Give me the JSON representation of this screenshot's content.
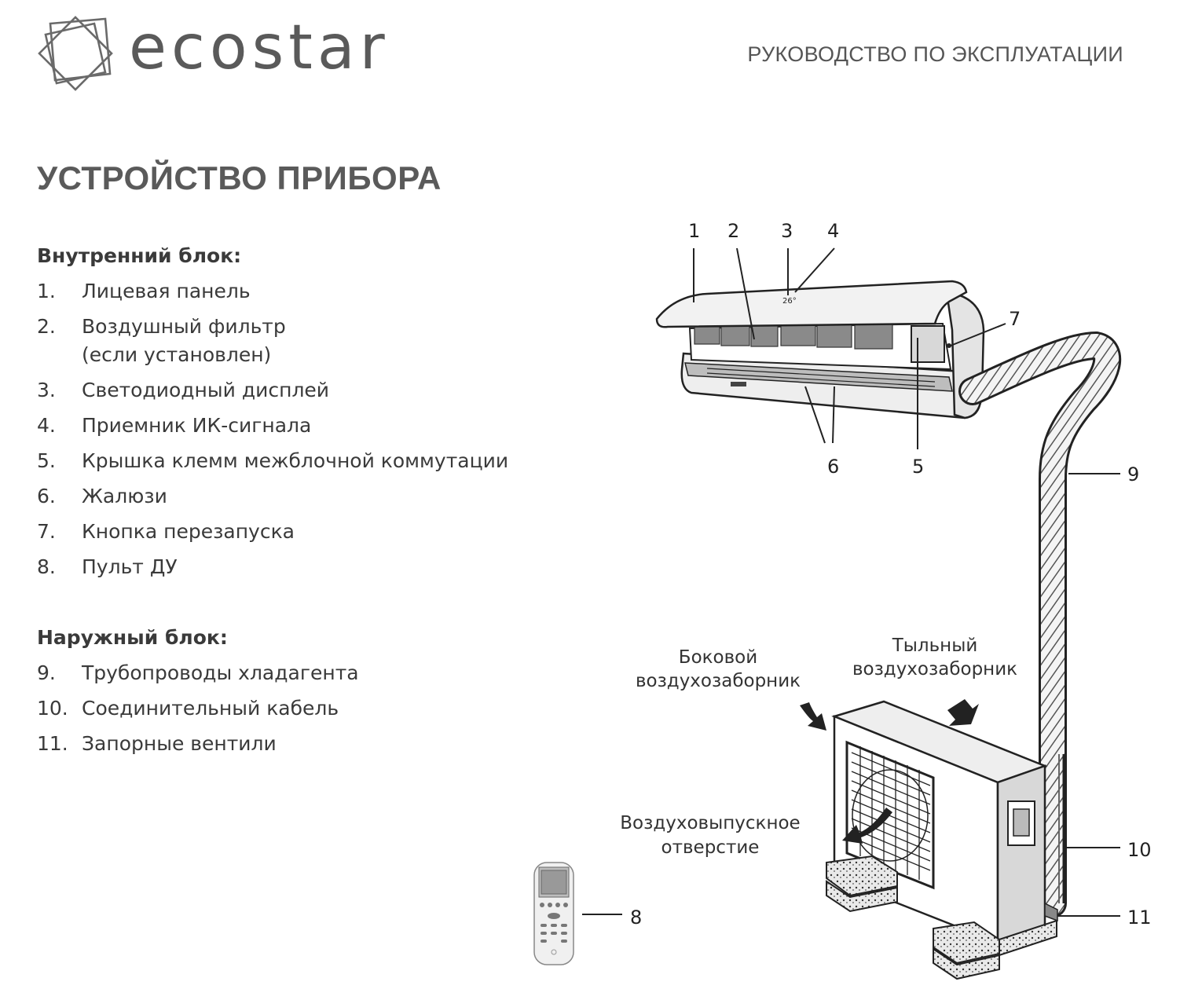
{
  "header": {
    "brand": "ecostar",
    "doc_title": "РУКОВОДСТВО ПО ЭКСПЛУАТАЦИИ"
  },
  "section": {
    "title": "УСТРОЙСТВО ПРИБОРА"
  },
  "indoor": {
    "heading": "Внутренний блок:",
    "items": [
      {
        "num": "1.",
        "label": "Лицевая панель"
      },
      {
        "num": "2.",
        "label": "Воздушный фильтр\n(если установлен)"
      },
      {
        "num": "3.",
        "label": "Светодиодный дисплей"
      },
      {
        "num": "4.",
        "label": "Приемник ИК-сигнала"
      },
      {
        "num": "5.",
        "label": "Крышка клемм межблочной коммутации"
      },
      {
        "num": "6.",
        "label": "Жалюзи"
      },
      {
        "num": "7.",
        "label": "Кнопка перезапуска"
      },
      {
        "num": "8.",
        "label": "Пульт ДУ"
      }
    ]
  },
  "outdoor": {
    "heading": "Наружный блок:",
    "items": [
      {
        "num": "9.",
        "label": "Трубопроводы хладагента"
      },
      {
        "num": "10.",
        "label": "Соединительный кабель"
      },
      {
        "num": "11.",
        "label": "Запорные вентили"
      }
    ]
  },
  "diagram": {
    "callouts": [
      "1",
      "2",
      "3",
      "4",
      "5",
      "6",
      "7",
      "8",
      "9",
      "10",
      "11"
    ],
    "display_readout": "26°",
    "side_intake": [
      "Боковой",
      "воздухозаборник"
    ],
    "rear_intake": [
      "Тыльный",
      "воздухозаборник"
    ],
    "outlet": [
      "Воздуховыпускное",
      "отверстие"
    ]
  }
}
